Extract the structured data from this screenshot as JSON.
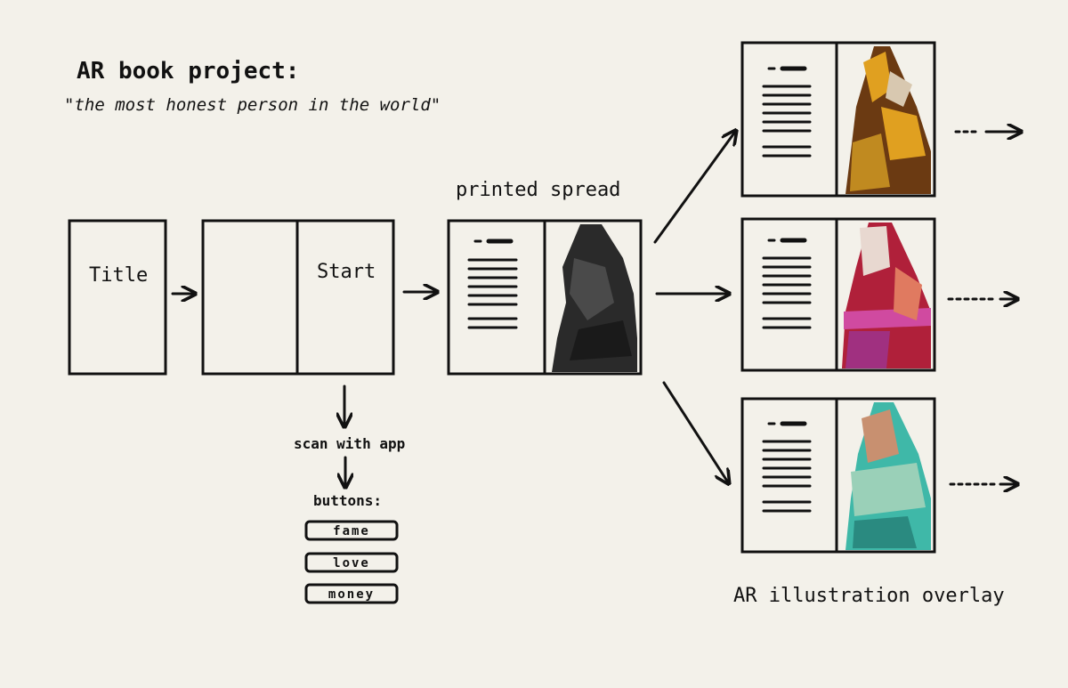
{
  "heading": {
    "title": "AR book project:",
    "subtitle": "\"the most  honest person in the world\""
  },
  "pages": {
    "title_label": "Title",
    "start_label": "Start",
    "printed_label": "printed spread"
  },
  "scan": {
    "label": "scan with app",
    "buttons_label": "buttons:",
    "buttons": [
      "fame",
      "love",
      "money"
    ]
  },
  "overlay_label": "AR illustration overlay",
  "colors": {
    "ink": "#111111",
    "paper": "#f3f1ea",
    "printed_art": "#2a2a2a",
    "overlay_1": [
      "#6b3a12",
      "#e0a020",
      "#d8c8b0"
    ],
    "overlay_2": [
      "#b0203a",
      "#d04aa0",
      "#e8d8d0"
    ],
    "overlay_3": [
      "#3fb8a8",
      "#9ad0b8",
      "#c89070"
    ]
  }
}
